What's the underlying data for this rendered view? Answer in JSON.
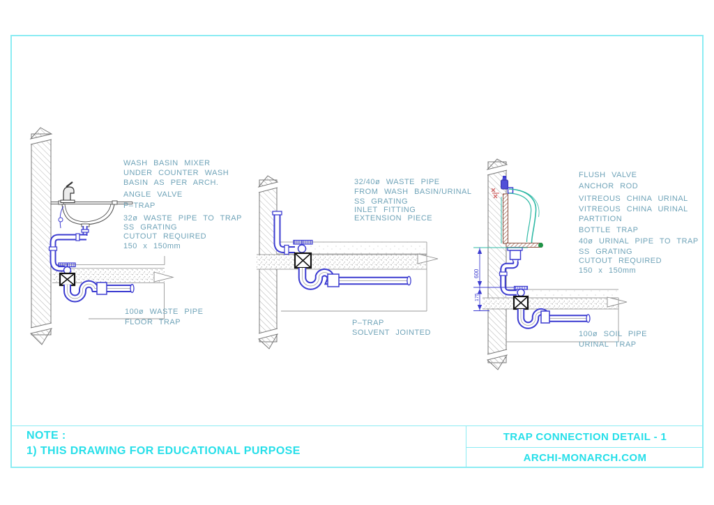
{
  "labels": {
    "basin": [
      "WASH BASIN MIXER",
      "UNDER COUNTER WASH",
      "BASIN AS PER ARCH.",
      "ANGLE VALVE",
      "P–TRAP",
      "32ø WASTE PIPE TO TRAP",
      "SS GRATING",
      "CUTOUT REQUIRED",
      "150 x 150mm",
      "100ø WASTE PIPE",
      "FLOOR TRAP"
    ],
    "ptrap": [
      "32/40ø WASTE PIPE",
      "FROM WASH BASIN/URINAL",
      "SS GRATING",
      "INLET FITTING",
      "EXTENSION PIECE",
      "P–TRAP",
      "SOLVENT JOINTED"
    ],
    "urinal": [
      "FLUSH VALVE",
      "ANCHOR ROD",
      "VITREOUS CHINA URINAL",
      "VITREOUS CHINA URINAL",
      "PARTITION",
      "BOTTLE TRAP",
      "40ø URINAL PIPE TO TRAP",
      "SS GRATING",
      "CUTOUT REQUIRED",
      "150 x 150mm",
      "100ø SOIL PIPE",
      "URINAL TRAP"
    ]
  },
  "dimensions": {
    "height_600": "600",
    "height_175": "175"
  },
  "titleblock": {
    "note_label": "NOTE :",
    "note_1": "1) THIS DRAWING FOR EDUCATIONAL PURPOSE",
    "title": "TRAP CONNECTION DETAIL - 1",
    "website": "ARCHI-MONARCH.COM"
  },
  "colors": {
    "annotation": "#6FA3B8",
    "pipe_blue": "#3B3BD0",
    "title_cyan": "#26DFE9",
    "border_cyan": "#8BECF3",
    "urinal_teal": "#2FB9A5",
    "pipe_brown": "#8A5242",
    "valve_red": "#C84444",
    "drain_green": "#1E9447"
  }
}
